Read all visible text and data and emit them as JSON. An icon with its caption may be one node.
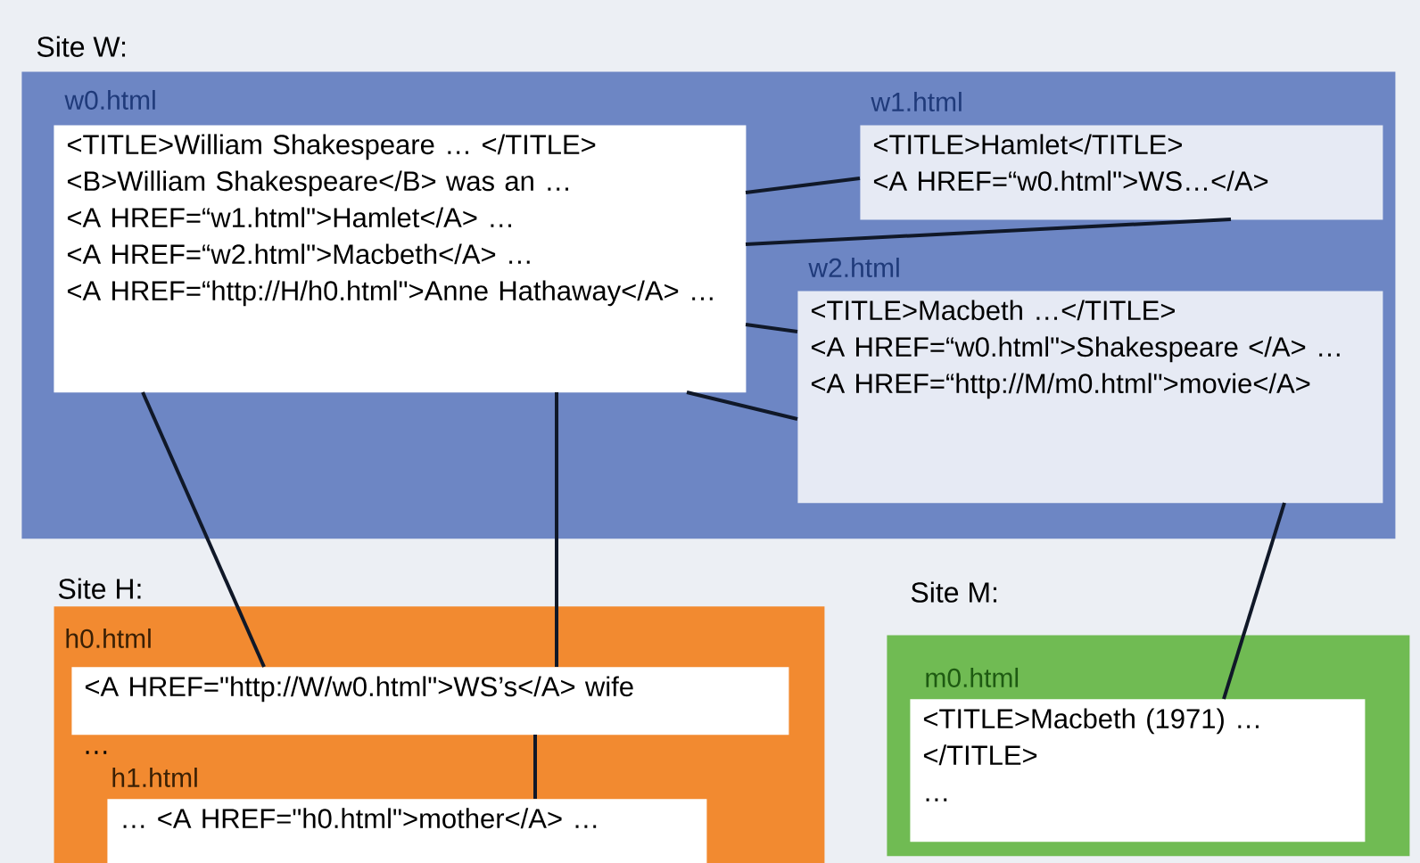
{
  "diagram": {
    "nodes": [
      {
        "text": [
          "Site W:"
        ]
      },
      {
        "text": [
          "w0.html",
          "<TITLE>William Shakespeare … </TITLE>",
          "<B>William Shakespeare</B> was an …",
          "<A HREF=“w1.html\">Hamlet</A> …",
          "<A HREF=“w2.html\">Macbeth</A> …",
          "<A HREF=“http://H/h0.html\">Anne Hathaway</A> …"
        ],
        "in": 0
      },
      {
        "text": [
          "w1.html",
          "<TITLE>Hamlet</TITLE>",
          "<A HREF=“w0.html\">WS…</A>"
        ],
        "in": 0
      },
      {
        "text": [
          "w2.html",
          "<TITLE>Macbeth …</TITLE>",
          "<A HREF=“w0.html\">Shakespeare </A> …",
          "<A HREF=“http://M/m0.html\">movie</A>"
        ],
        "in": 0
      },
      {
        "text": [
          "Site H:"
        ]
      },
      {
        "text": [
          "h0.html",
          "<A HREF=\"http://W/w0.html\">WS’s</A> wife",
          "…"
        ],
        "in": 4
      },
      {
        "text": [
          "h1.html",
          "… <A HREF=\"h0.html\">mother</A> …"
        ],
        "in": 4
      },
      {
        "text": [
          "Site M:"
        ]
      },
      {
        "text": [
          "m0.html",
          "<TITLE>Macbeth (1971) … </TITLE>",
          "…"
        ],
        "in": 7
      }
    ],
    "edges": [
      {
        "from": 1,
        "to": 2,
        "arrow": "none"
      },
      {
        "from": 2,
        "to": 1,
        "arrow": "none"
      },
      {
        "from": 3,
        "to": 1,
        "arrow": "none"
      },
      {
        "from": 1,
        "to": 3,
        "arrow": "none"
      },
      {
        "from": 1,
        "to": 5,
        "arrow": "none"
      },
      {
        "from": 5,
        "to": 1,
        "arrow": "none"
      },
      {
        "from": 6,
        "to": 5,
        "arrow": "none"
      },
      {
        "from": 3,
        "to": 8,
        "arrow": "none"
      }
    ]
  }
}
